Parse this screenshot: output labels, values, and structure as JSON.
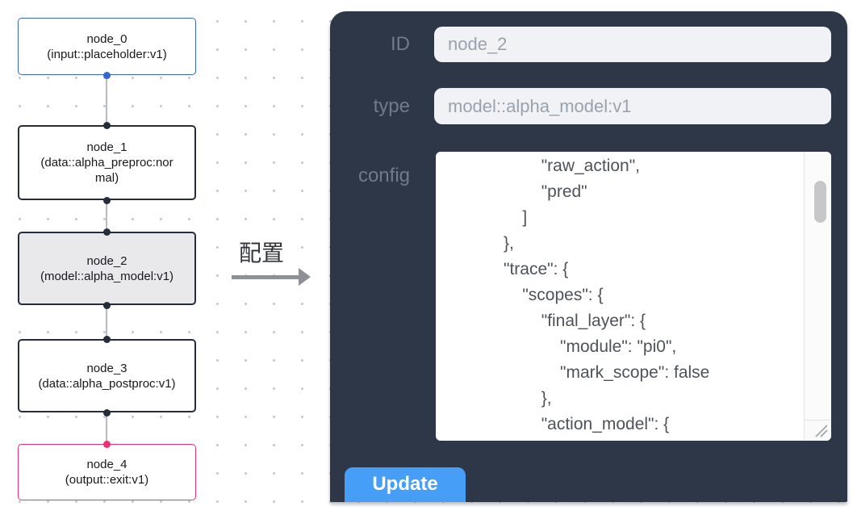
{
  "flow": {
    "nodes": [
      {
        "name": "node_0",
        "subtitle": "(input::placeholder:v1)"
      },
      {
        "name": "node_1",
        "subtitle": "(data::alpha_preproc:normal)"
      },
      {
        "name": "node_2",
        "subtitle": "(model::alpha_model:v1)"
      },
      {
        "name": "node_3",
        "subtitle": "(data::alpha_postproc:v1)"
      },
      {
        "name": "node_4",
        "subtitle": "(output::exit:v1)"
      }
    ]
  },
  "annotation": {
    "label": "配置"
  },
  "panel": {
    "id_label": "ID",
    "id_value": "node_2",
    "type_label": "type",
    "type_value": "model::alpha_model:v1",
    "config_label": "config",
    "config_text": "                    \"raw_action\",\n                    \"pred\"\n                ]\n            },\n            \"trace\": {\n                \"scopes\": {\n                    \"final_layer\": {\n                        \"module\": \"pi0\",\n                        \"mark_scope\": false\n                    },\n                    \"action_model\": {",
    "update_label": "Update"
  },
  "colors": {
    "panel_bg": "#2d3748",
    "input_node_accent": "#3565cd",
    "output_node_accent": "#ee2e75",
    "node_border": "#252c3a",
    "selected_node_bg": "#e9e9eb",
    "edge_color": "#b8bcc1",
    "update_button_bg": "#479ef7",
    "field_bg": "#f0f2f6",
    "field_text": "#9aa2ad",
    "label_text": "#717a89",
    "config_text_color": "#4e5358"
  }
}
